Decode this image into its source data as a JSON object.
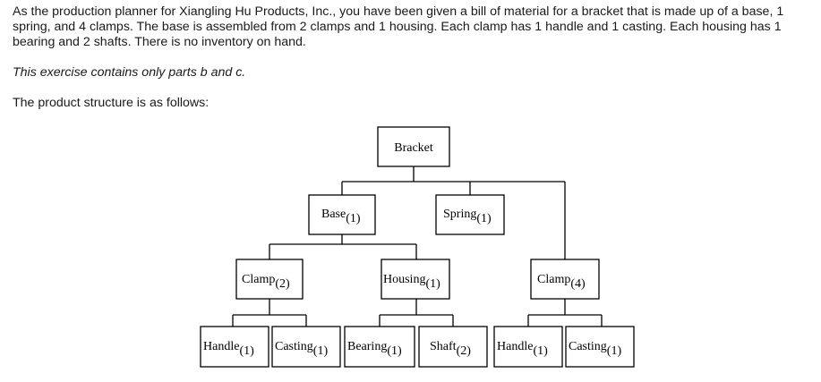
{
  "intro": {
    "paragraph": "As the production planner for Xiangling Hu Products, Inc., you have been given a bill of material for a bracket that is made up of a base, 1 spring, and 4 clamps. The base is assembled from 2 clamps and 1 housing. Each clamp has 1 handle and 1 casting. Each housing has 1 bearing and 2 shafts. There is no inventory on hand.",
    "note": "This exercise contains only parts b and c.",
    "structure_lead": "The product structure is as follows:"
  },
  "tree": {
    "root": {
      "label": "Bracket"
    },
    "level1": [
      {
        "label": "Base",
        "qty": "(1)"
      },
      {
        "label": "Spring",
        "qty": "(1)"
      }
    ],
    "level2": [
      {
        "label": "Clamp",
        "qty": "(2)"
      },
      {
        "label": "Housing",
        "qty": "(1)"
      },
      {
        "label": "Clamp",
        "qty": "(4)"
      }
    ],
    "level3": [
      {
        "label": "Handle",
        "qty": "(1)"
      },
      {
        "label": "Casting",
        "qty": "(1)"
      },
      {
        "label": "Bearing",
        "qty": "(1)"
      },
      {
        "label": "Shaft",
        "qty": "(2)"
      },
      {
        "label": "Handle",
        "qty": "(1)"
      },
      {
        "label": "Casting",
        "qty": "(1)"
      }
    ]
  }
}
